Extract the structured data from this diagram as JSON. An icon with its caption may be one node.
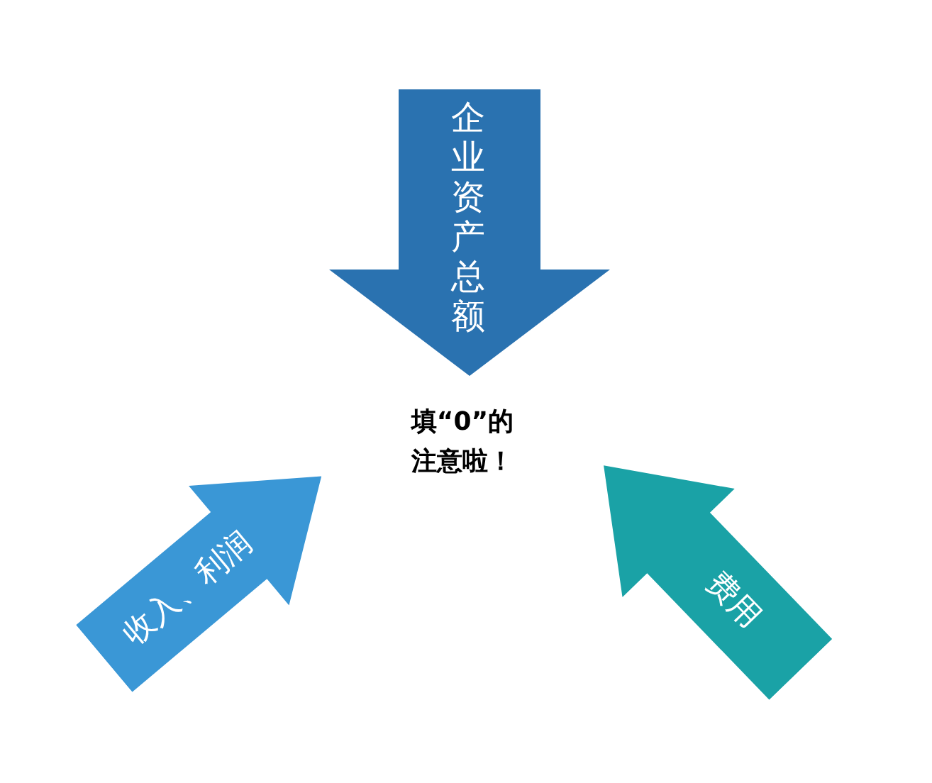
{
  "diagram": {
    "nodes": [
      {
        "text": [
          "企业资产总额"
        ]
      },
      {
        "text": [
          "填“0”的注意啦！"
        ]
      },
      {
        "text": [
          "收入、利润"
        ]
      },
      {
        "text": [
          "费用"
        ]
      }
    ],
    "edges": []
  }
}
